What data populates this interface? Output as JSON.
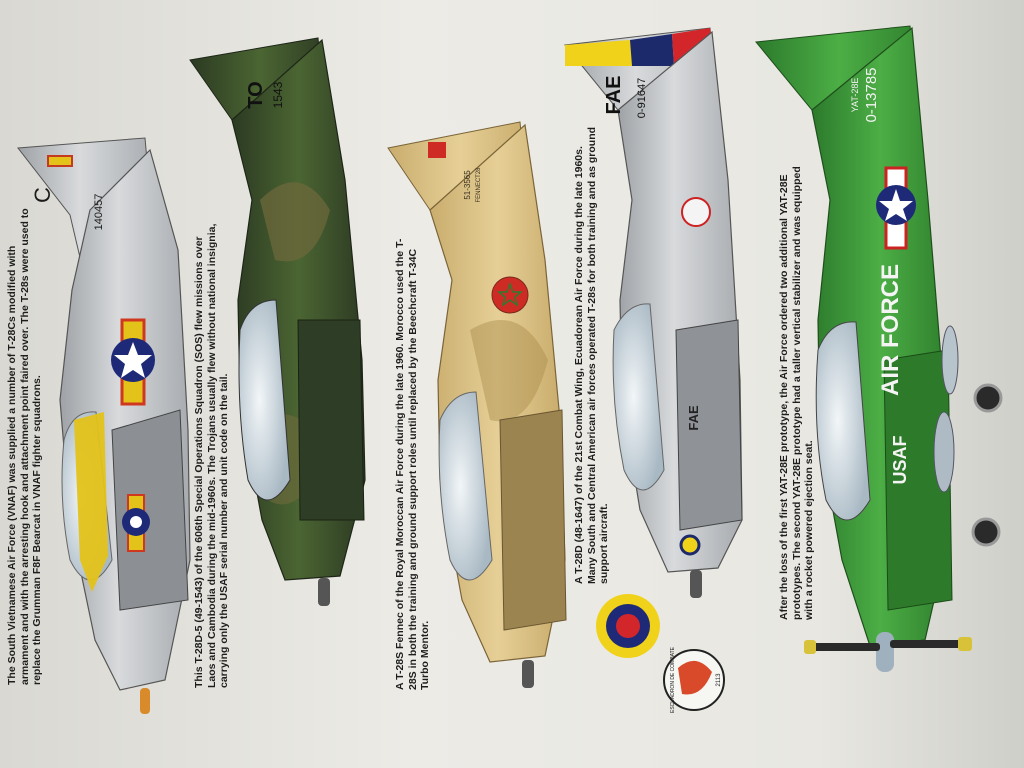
{
  "captions": [
    {
      "lines": [
        "The South Vietnamese Air Force (VNAF) was supplied a number of T-28Cs modified with",
        "armament and with the arresting hook and attachment point faired over. The T-28s were used to",
        "replace the Grumman F8F Bearcat in VNAF fighter squadrons."
      ]
    },
    {
      "lines": [
        "This T-28D-5 (49-1543) of the 606th Special Operations Squadron (SOS) flew missions over",
        "Laos and Cambodia during the mid-1960s. The Trojans usually flew without national insignia,",
        "carrying only the USAF serial number and unit code on the tail."
      ]
    },
    {
      "lines": [
        "A T-28S Fennec of the Royal Moroccan Air Force during the late 1960. Morocco used the T-",
        "28S in both the training and ground support roles until replaced by the Beechcraft T-34C",
        "Turbo Mentor."
      ]
    },
    {
      "lines": [
        "A T-28D (48-1647) of the 21st Combat Wing, Ecuadorean Air Force during the late 1960s.",
        "Many South and Central American air forces operated T-28s for both training and as ground",
        "support aircraft."
      ]
    },
    {
      "lines": [
        "After the loss of the first YAT-28E prototype, the Air Force ordered two additional YAT-28E",
        "prototypes. The second YAT-28E prototype had a taller vertical stabilizer and was equipped",
        "with a rocket powered ejection seat."
      ]
    }
  ],
  "aircraft": [
    {
      "scheme": "vnaf-silver",
      "tail_letter": "C",
      "serial": "140457",
      "colors": {
        "body": "#c9ccce",
        "band": "#e3c21a"
      }
    },
    {
      "scheme": "sea-camouflage",
      "tail_code": "TO",
      "serial": "1543",
      "colors": {
        "green": "#3f5a2a",
        "tan": "#6f6a3c",
        "dark": "#2a3522"
      }
    },
    {
      "scheme": "moroccan-sand",
      "serial_lines": [
        "51-3565",
        "FENNECT28"
      ],
      "colors": {
        "body": "#dcc48a",
        "roundel": "#cf2b25",
        "star": "#2f7a2f"
      }
    },
    {
      "scheme": "ecuador-silver",
      "tail_code": "FAE",
      "serial": "0-91647",
      "fuselage_code": "FAE",
      "colors": {
        "body": "#c6c8cb",
        "flag": [
          "#f0d21a",
          "#1c2a6b",
          "#d3262b"
        ]
      }
    },
    {
      "scheme": "yat28e-green",
      "serial_lines": [
        "YAT-28E",
        "0-13785"
      ],
      "fuselage_text": "AIR FORCE",
      "nose_text": "USAF",
      "colors": {
        "body": "#3e9a3a",
        "body_dark": "#2b6f2a"
      }
    }
  ],
  "insignia": {
    "roundel": {
      "outer": "#f0d21a",
      "inner": "#1e2a78",
      "center": "#d3262b"
    },
    "badge_text": [
      "ESCUADRON DE COMBATE",
      "2113"
    ]
  }
}
